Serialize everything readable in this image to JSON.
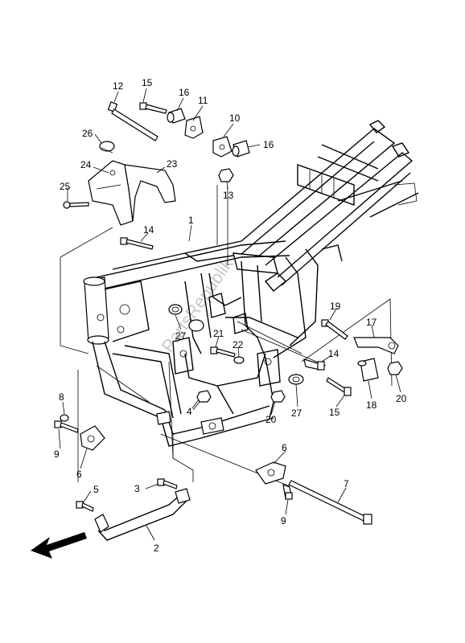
{
  "watermark": "PartsRepublik",
  "callouts": [
    {
      "id": "c1",
      "label": "1"
    },
    {
      "id": "c2",
      "label": "2"
    },
    {
      "id": "c3",
      "label": "3"
    },
    {
      "id": "c4",
      "label": "4"
    },
    {
      "id": "c5",
      "label": "5"
    },
    {
      "id": "c6a",
      "label": "6"
    },
    {
      "id": "c6b",
      "label": "6"
    },
    {
      "id": "c7",
      "label": "7"
    },
    {
      "id": "c8",
      "label": "8"
    },
    {
      "id": "c9a",
      "label": "9"
    },
    {
      "id": "c9b",
      "label": "9"
    },
    {
      "id": "c10",
      "label": "10"
    },
    {
      "id": "c11",
      "label": "11"
    },
    {
      "id": "c12",
      "label": "12"
    },
    {
      "id": "c13",
      "label": "13"
    },
    {
      "id": "c14a",
      "label": "14"
    },
    {
      "id": "c14b",
      "label": "14"
    },
    {
      "id": "c15a",
      "label": "15"
    },
    {
      "id": "c15b",
      "label": "15"
    },
    {
      "id": "c16a",
      "label": "16"
    },
    {
      "id": "c16b",
      "label": "16"
    },
    {
      "id": "c17",
      "label": "17"
    },
    {
      "id": "c18",
      "label": "18"
    },
    {
      "id": "c19",
      "label": "19"
    },
    {
      "id": "c20a",
      "label": "20"
    },
    {
      "id": "c20b",
      "label": "20"
    },
    {
      "id": "c21",
      "label": "21"
    },
    {
      "id": "c22",
      "label": "22"
    },
    {
      "id": "c23",
      "label": "23"
    },
    {
      "id": "c24",
      "label": "24"
    },
    {
      "id": "c25",
      "label": "25"
    },
    {
      "id": "c26",
      "label": "26"
    },
    {
      "id": "c27a",
      "label": "27"
    },
    {
      "id": "c27b",
      "label": "27"
    }
  ]
}
